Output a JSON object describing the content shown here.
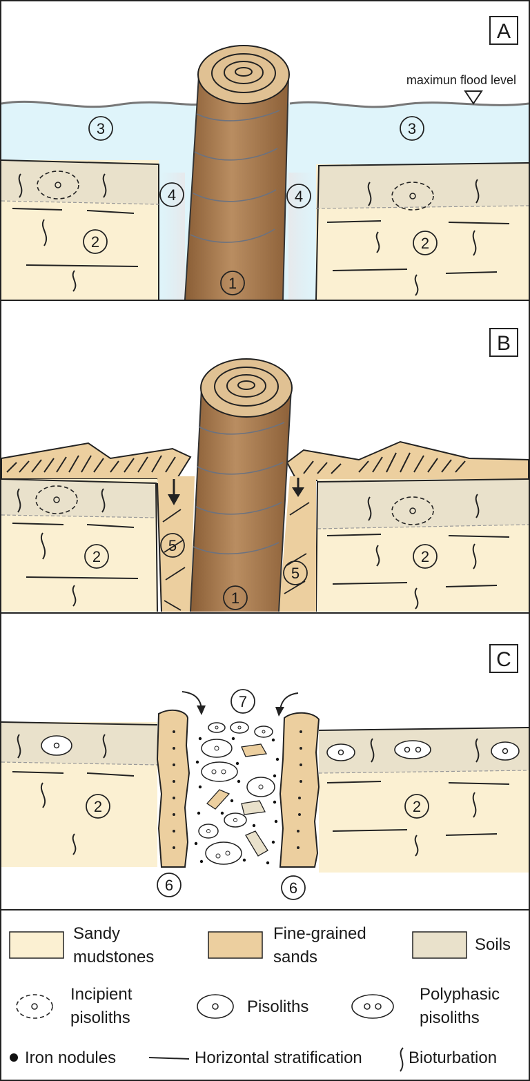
{
  "panels": {
    "a": {
      "letter": "A",
      "flood_label": "maximun flood level",
      "markers": [
        "1",
        "2",
        "2",
        "3",
        "3",
        "4",
        "4"
      ]
    },
    "b": {
      "letter": "B",
      "markers": [
        "1",
        "2",
        "2",
        "5",
        "5"
      ]
    },
    "c": {
      "letter": "C",
      "markers": [
        "2",
        "2",
        "6",
        "6",
        "7"
      ]
    }
  },
  "legend": {
    "sandy": [
      "Sandy",
      "mudstones"
    ],
    "fine": [
      "Fine-grained",
      "sands"
    ],
    "soils": "Soils",
    "incipient": [
      "Incipient",
      "pisoliths"
    ],
    "pisoliths": "Pisoliths",
    "polyphasic": [
      "Polyphasic",
      "pisoliths"
    ],
    "iron": "Iron nodules",
    "horizontal": "Horizontal stratification",
    "bioturbation": "Bioturbation"
  },
  "colors": {
    "sandy_mudstones": "#fbf0d2",
    "fine_grained_sands": "#eccf9f",
    "soils": "#e9e1cb",
    "water": "#dff4fa",
    "trunk": "#a87a4e"
  }
}
